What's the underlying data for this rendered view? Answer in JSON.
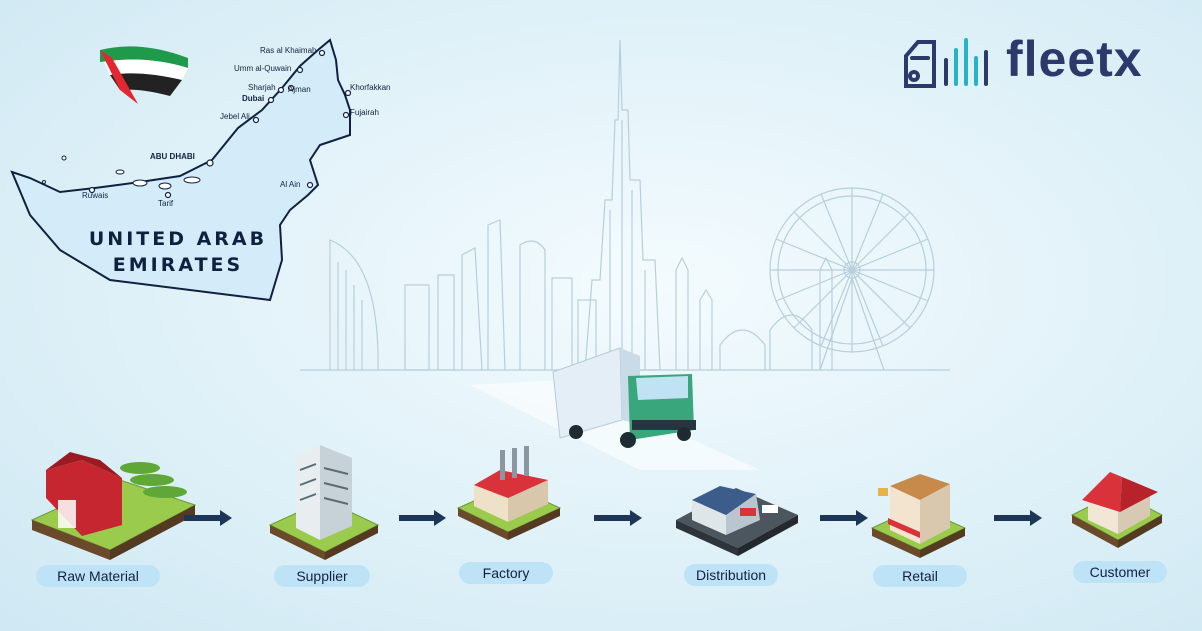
{
  "brand": {
    "name": "fleetx",
    "color": "#2b3a6b",
    "icon": "truck-signal-icon"
  },
  "map": {
    "title_line1": "UNITED ARAB",
    "title_line2": "EMIRATES",
    "flag_icon": "uae-flag-icon",
    "cities": {
      "ras_al_khaimah": "Ras al Khaimah",
      "umm_al_quwain": "Umm al-Quwain",
      "sharjah": "Sharjah",
      "ajman": "Ajman",
      "dubai": "Dubai",
      "khorfakkan": "Khorfakkan",
      "fujairah": "Fujairah",
      "jebel_ali": "Jebel Ali",
      "abu_dhabi": "ABU DHABI",
      "al_ain": "Al Ain",
      "ruwais": "Ruwais",
      "tarif": "Tarif"
    }
  },
  "supply_chain": {
    "stages": [
      {
        "label": "Raw Material",
        "icon": "barn-farm-icon"
      },
      {
        "label": "Supplier",
        "icon": "office-building-icon"
      },
      {
        "label": "Factory",
        "icon": "factory-icon"
      },
      {
        "label": "Distribution",
        "icon": "warehouse-icon"
      },
      {
        "label": "Retail",
        "icon": "retail-shop-icon"
      },
      {
        "label": "Customer",
        "icon": "house-icon"
      }
    ],
    "arrow_icon": "arrow-right-icon"
  },
  "truck_icon": "delivery-truck-icon",
  "skyline_icon": "dubai-skyline-icon",
  "colors": {
    "label_bg": "#bfe3f6",
    "map_fill": "#d4ecfa",
    "map_stroke": "#10213f",
    "arrow": "#1d3557"
  }
}
